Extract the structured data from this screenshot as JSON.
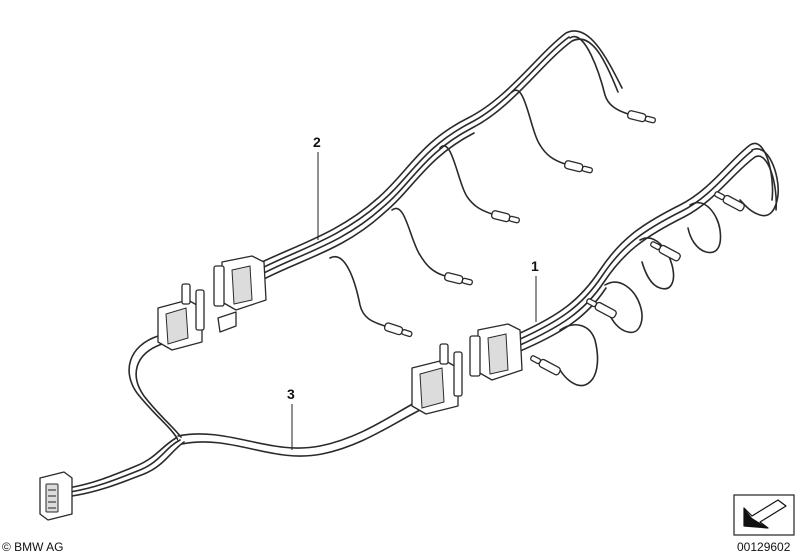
{
  "callouts": [
    {
      "id": "1",
      "label": "1"
    },
    {
      "id": "2",
      "label": "2"
    },
    {
      "id": "3",
      "label": "3"
    }
  ],
  "footer": {
    "copyright": "© BMW AG",
    "diagram_id": "00129602"
  },
  "icons": {
    "nav_arrow": "arrow-down-left-icon"
  }
}
